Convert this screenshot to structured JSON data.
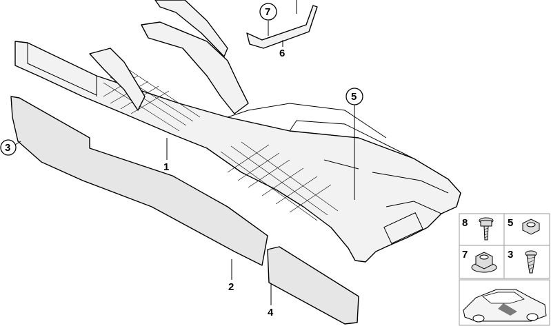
{
  "callouts": [
    {
      "label": "1"
    },
    {
      "label": "2"
    },
    {
      "label": "3"
    },
    {
      "label": "4"
    },
    {
      "label": "5"
    },
    {
      "label": "6"
    },
    {
      "label": "7"
    }
  ],
  "fastener_grid": [
    {
      "label": "8",
      "icon": "torx-bolt-icon"
    },
    {
      "label": "5",
      "icon": "hex-nut-icon"
    },
    {
      "label": "7",
      "icon": "flange-nut-icon"
    },
    {
      "label": "3",
      "icon": "screw-icon"
    }
  ],
  "vehicle_thumbnail": {
    "icon": "car-icon"
  }
}
